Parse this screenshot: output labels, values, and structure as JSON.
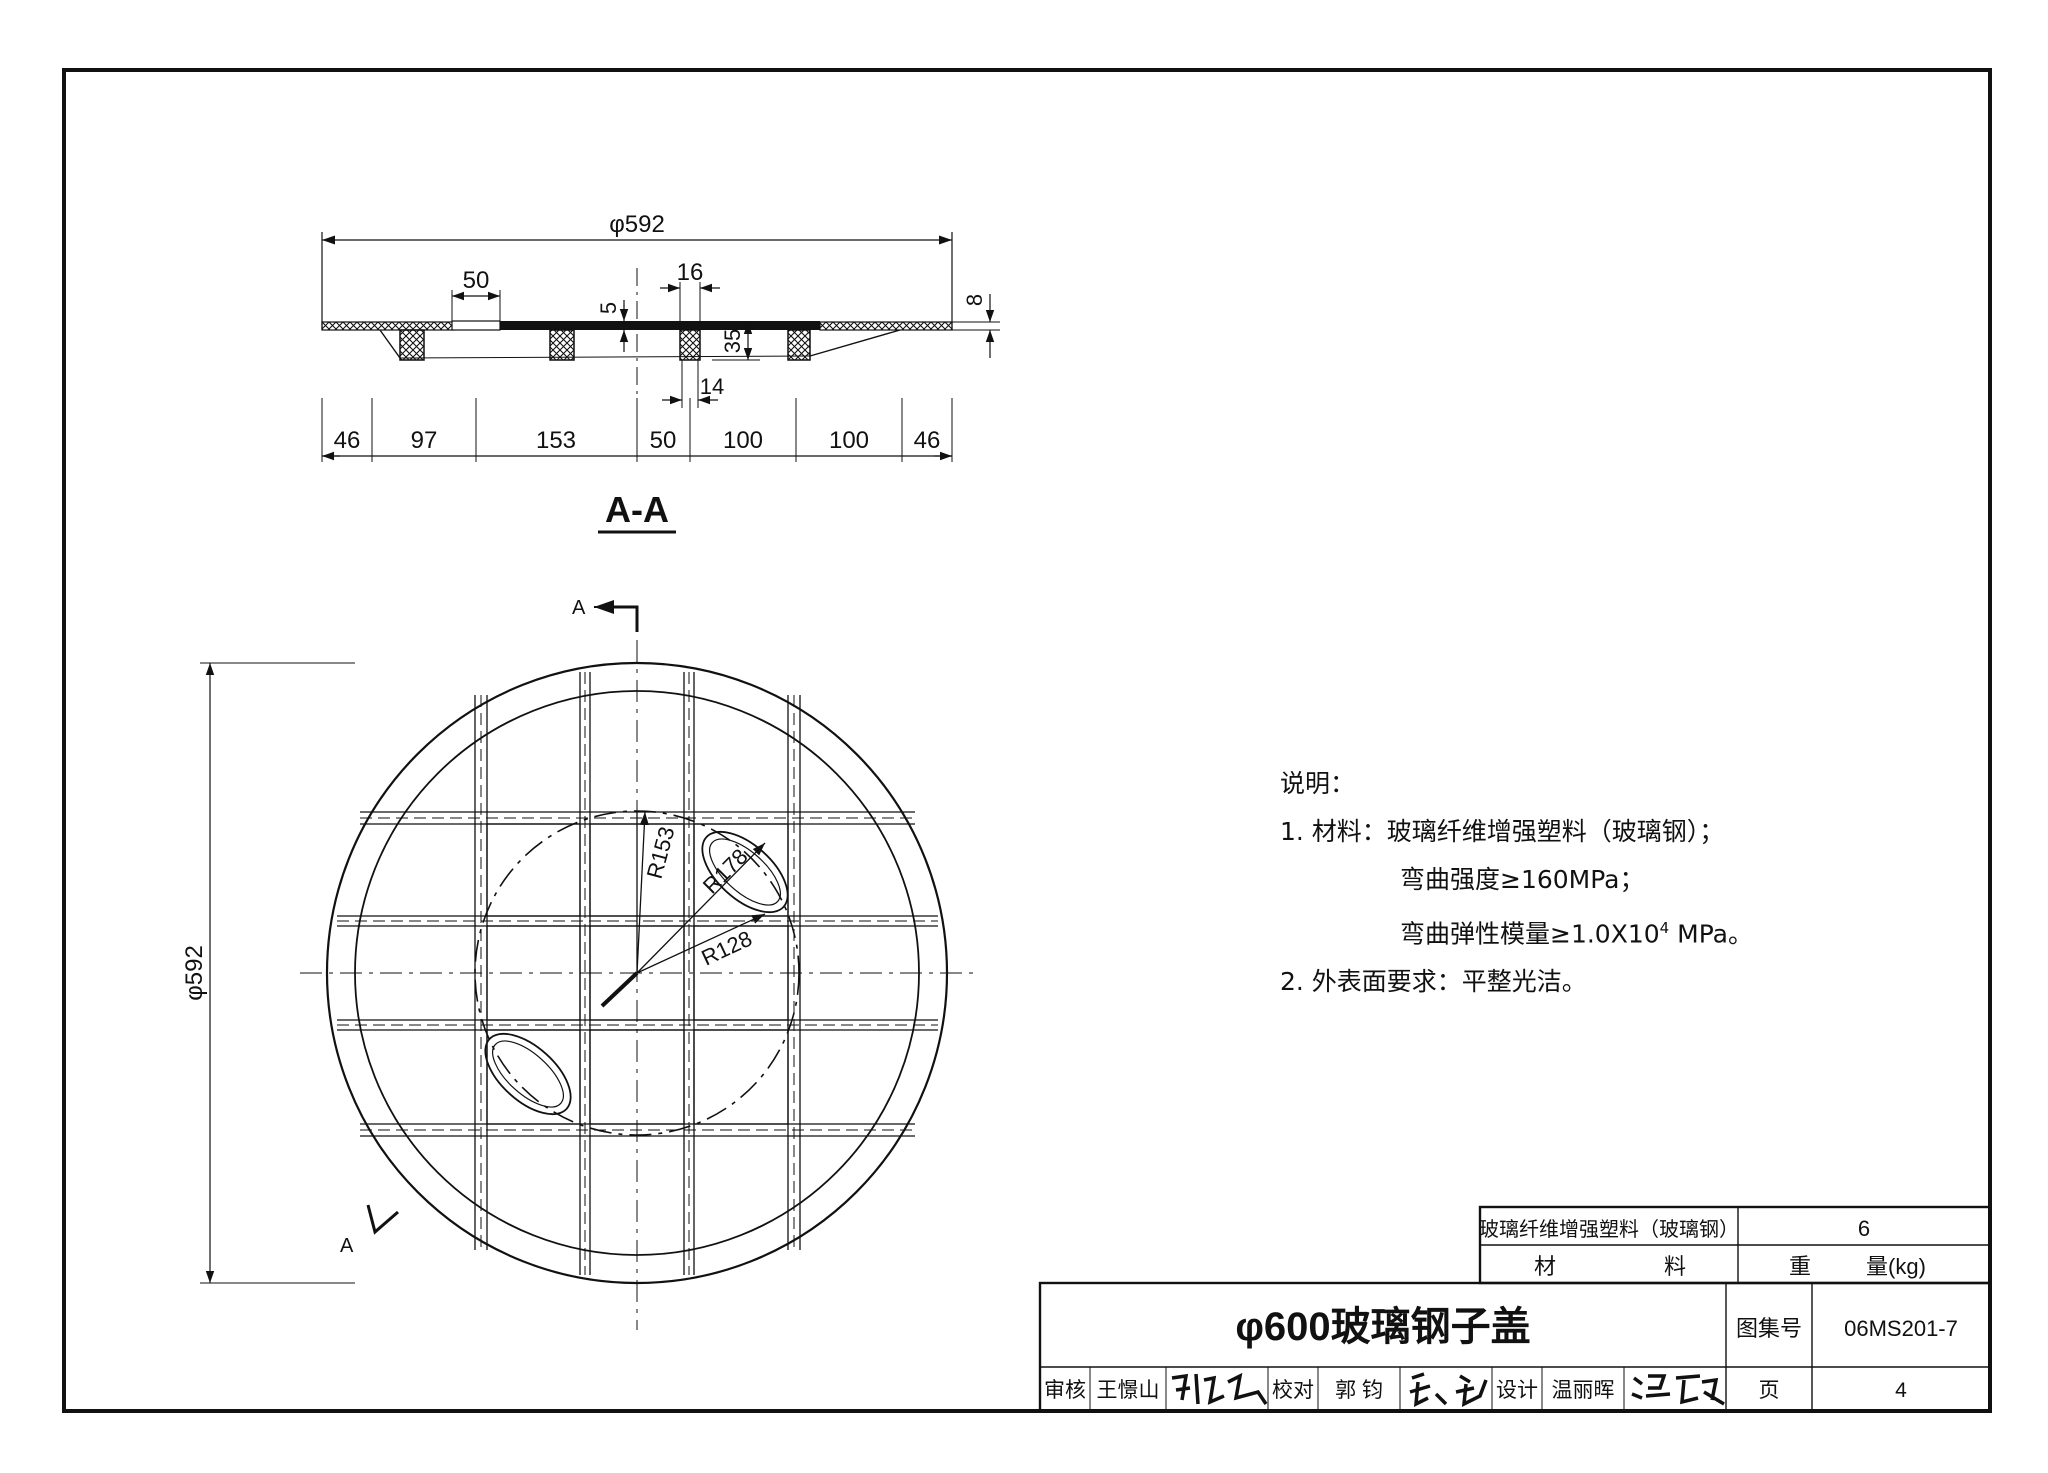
{
  "section": {
    "title": "A-A",
    "dim_overall": "φ592",
    "dim_50_top": "50",
    "dim_16": "16",
    "dim_5": "5",
    "dim_35": "35",
    "dim_14": "14",
    "dim_8": "8",
    "bottom_dims": [
      "46",
      "97",
      "153",
      "50",
      "100",
      "100",
      "46"
    ]
  },
  "plan": {
    "dim_diameter": "φ592",
    "cut_label_top": "A",
    "cut_label_bottom": "A",
    "r153": "R153",
    "r178": "R178",
    "r128": "R128"
  },
  "notes": {
    "heading": "说明：",
    "line1": "1. 材料：玻璃纤维增强塑料（玻璃钢）；",
    "line2": "弯曲强度≥160MPa；",
    "line3_a": "弯曲弹性模量≥1.0X10",
    "line3_sup": "4",
    "line3_b": " MPa。",
    "line4": "2. 外表面要求：平整光洁。"
  },
  "title_block": {
    "material_value": "玻璃纤维增强塑料（玻璃钢）",
    "weight_value": "6",
    "material_header_1": "材",
    "material_header_2": "料",
    "weight_header_1": "重",
    "weight_header_2": "量(kg)",
    "drawing_title": "φ600玻璃钢子盖",
    "atlas_label": "图集号",
    "atlas_no": "06MS201-7",
    "review_label": "审核",
    "reviewer": "王憬山",
    "check_label": "校对",
    "checker": "郭 钧",
    "design_label": "设计",
    "designer": "温丽晖",
    "page_label": "页",
    "page_no": "4"
  }
}
